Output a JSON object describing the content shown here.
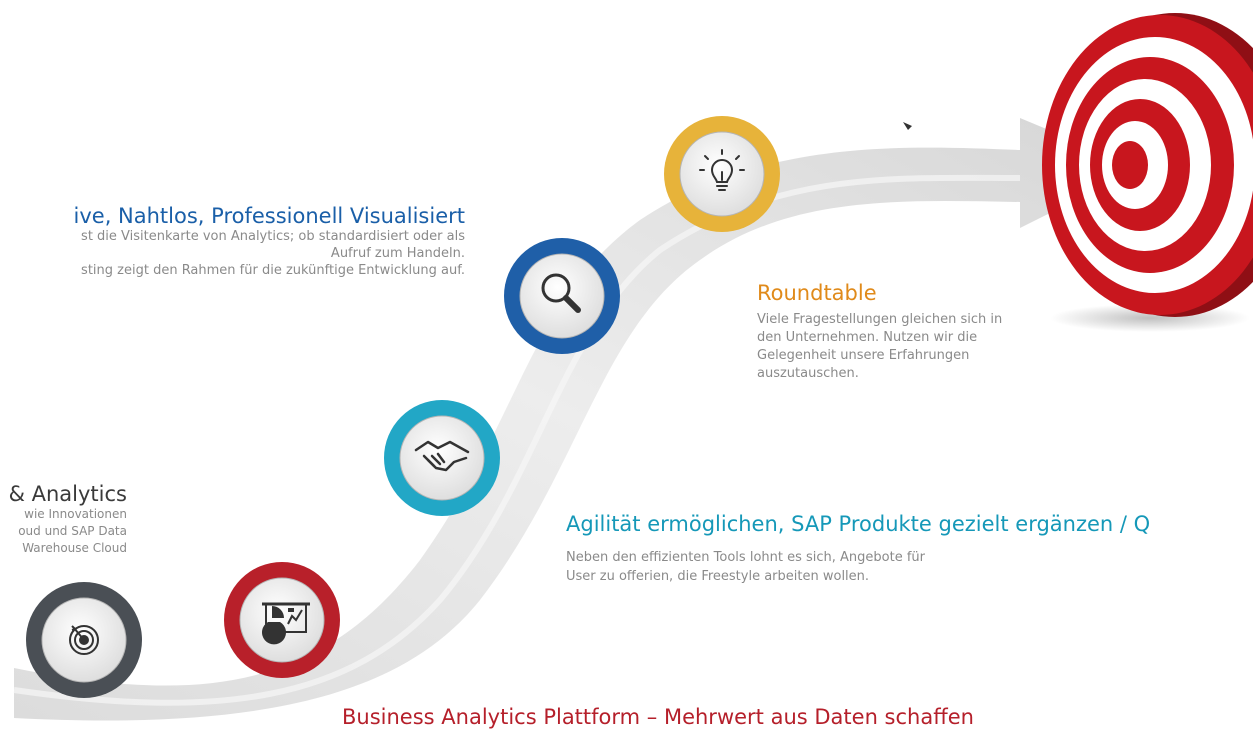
{
  "visual": {
    "title": "ive, Nahtlos, Professionell Visualisiert",
    "lines": [
      "st die Visitenkarte von Analytics; ob standardisiert oder als",
      "Aufruf zum Handeln.",
      "sting zeigt den Rahmen für die zukünftige Entwicklung auf."
    ]
  },
  "analytics": {
    "title": "& Analytics",
    "lines": [
      "wie Innovationen",
      "oud und SAP Data",
      "Warehouse Cloud"
    ]
  },
  "roundtable": {
    "title": "Roundtable",
    "lines": [
      "Viele Fragestellungen gleichen sich in",
      "den Unternehmen. Nutzen wir die",
      "Gelegenheit unsere Erfahrungen",
      "auszutauschen."
    ]
  },
  "agility": {
    "title": "Agilität ermöglichen, SAP Produkte gezielt ergänzen / Q",
    "lines": [
      "Neben den effizienten Tools lohnt es sich, Angebote für",
      "User zu offerien, die Freestyle arbeiten wollen."
    ]
  },
  "bap": {
    "title": "Business Analytics Plattform – Mehrwert aus Daten schaffen"
  },
  "colors": {
    "dark_gray": "#4a4f55",
    "red": "#b8202a",
    "teal": "#22a7c6",
    "blue": "#1f5fa8",
    "gold": "#e7b33a",
    "target_red": "#c8161e"
  },
  "icons": [
    "target-icon",
    "presentation-chart-icon",
    "handshake-icon",
    "magnifier-icon",
    "lightbulb-icon"
  ]
}
